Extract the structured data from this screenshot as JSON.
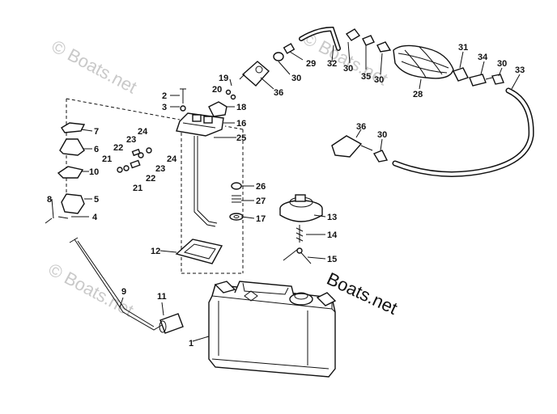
{
  "watermarks": {
    "top_left": "© Boats.net",
    "top_right": "© Boats.net",
    "bottom_left": "© Boats.net",
    "bottom_right": "Boats.net"
  },
  "callouts": [
    "1",
    "2",
    "3",
    "4",
    "5",
    "6",
    "7",
    "8",
    "9",
    "10",
    "11",
    "12",
    "13",
    "14",
    "15",
    "16",
    "17",
    "18",
    "19",
    "20",
    "21",
    "22",
    "23",
    "24",
    "25",
    "26",
    "27",
    "28",
    "29",
    "30",
    "31",
    "32",
    "33",
    "34",
    "35",
    "36"
  ]
}
